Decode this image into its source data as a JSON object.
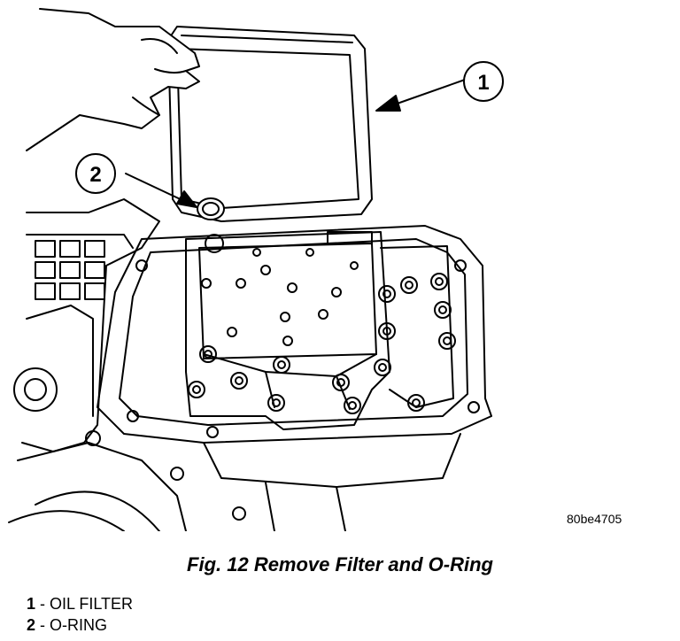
{
  "figure": {
    "ref_code": "80be4705",
    "caption": "Fig. 12 Remove Filter and O-Ring"
  },
  "callouts": [
    {
      "number": "1",
      "label": "OIL FILTER"
    },
    {
      "number": "2",
      "label": "O-RING"
    }
  ],
  "legend": [
    {
      "number": "1",
      "separator": " - ",
      "label": "OIL FILTER"
    },
    {
      "number": "2",
      "separator": " - ",
      "label": "O-RING"
    }
  ]
}
